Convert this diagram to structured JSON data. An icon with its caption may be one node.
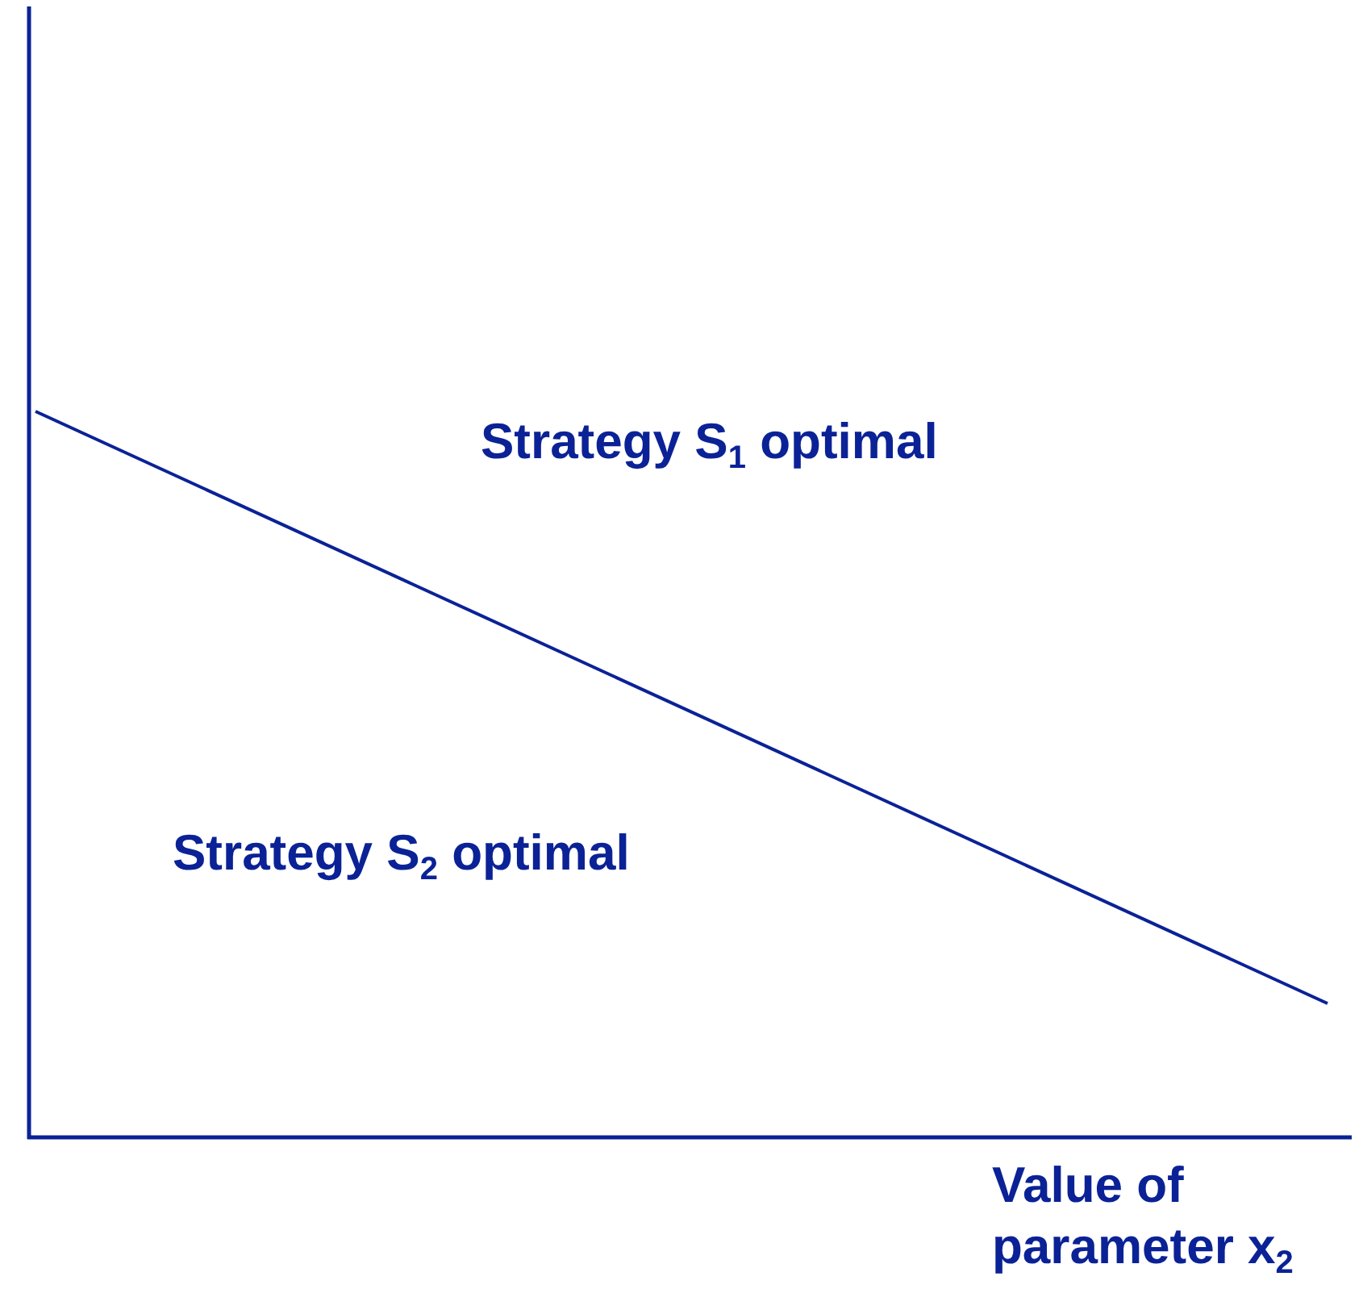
{
  "diagram": {
    "labels": [
      "Strategy S$_{1}$ optimal",
      "Strategy S$_{2}$ optimal",
      "Value of parameter x$_{2}$"
    ]
  }
}
